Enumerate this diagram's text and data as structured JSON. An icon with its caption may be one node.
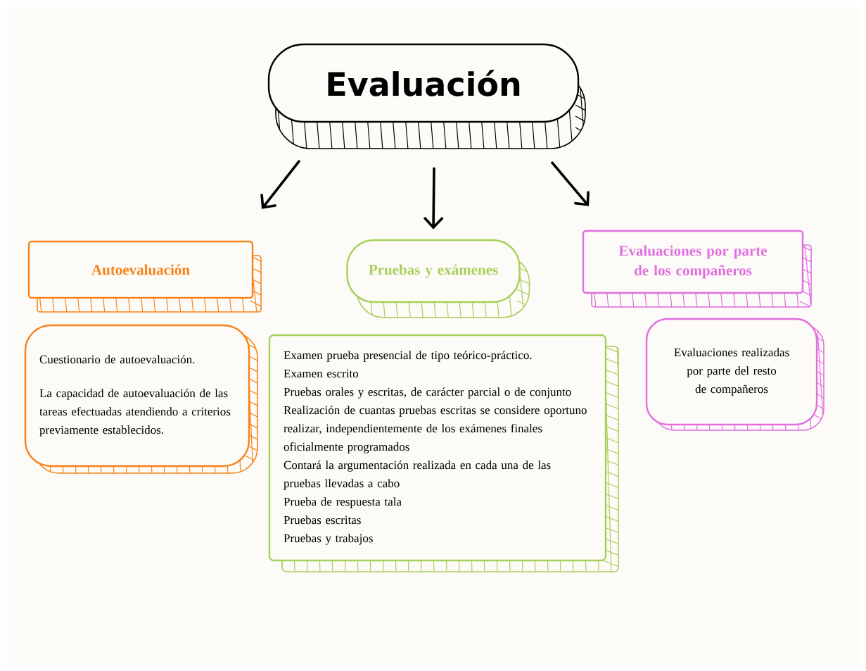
{
  "diagram": {
    "nodes": [
      {
        "text": [
          "Evaluación"
        ]
      },
      {
        "text": [
          "Autoevaluación"
        ]
      },
      {
        "text": [
          "Pruebas y exámenes"
        ]
      },
      {
        "text": [
          "Evaluaciones por parte de los compañeros"
        ]
      },
      {
        "text": [
          "Cuestionario de autoevaluación.",
          "La capacidad de autoevaluación de las tareas efectuadas atendiendo a criterios previamente establecidos."
        ]
      },
      {
        "text": [
          "Examen prueba presencial de tipo teórico-práctico.",
          "Examen escrito",
          "Pruebas orales y escritas, de carácter parcial o de conjunto",
          "Realización de cuantas pruebas escritas se considere oportuno realizar, independientemente de los exámenes finales oficialmente programados",
          "Contará la argumentación realizada en cada una de las pruebas llevadas a cabo",
          "Prueba de respuesta tala",
          "Pruebas escritas",
          "Pruebas y trabajos"
        ]
      },
      {
        "text": [
          "Evaluaciones realizadas por parte del resto de compañeros"
        ]
      }
    ],
    "edges": [
      {
        "from": 0,
        "to": 1,
        "arrow": "to"
      },
      {
        "from": 0,
        "to": 2,
        "arrow": "to"
      },
      {
        "from": 0,
        "to": 3,
        "arrow": "to"
      }
    ]
  }
}
